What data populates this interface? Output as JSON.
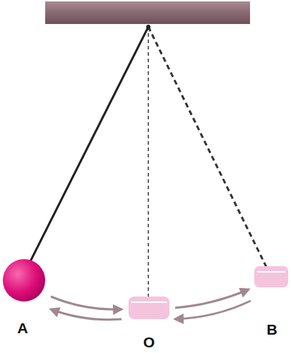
{
  "diagram": {
    "labels": [
      "A",
      "O",
      "B"
    ]
  }
}
